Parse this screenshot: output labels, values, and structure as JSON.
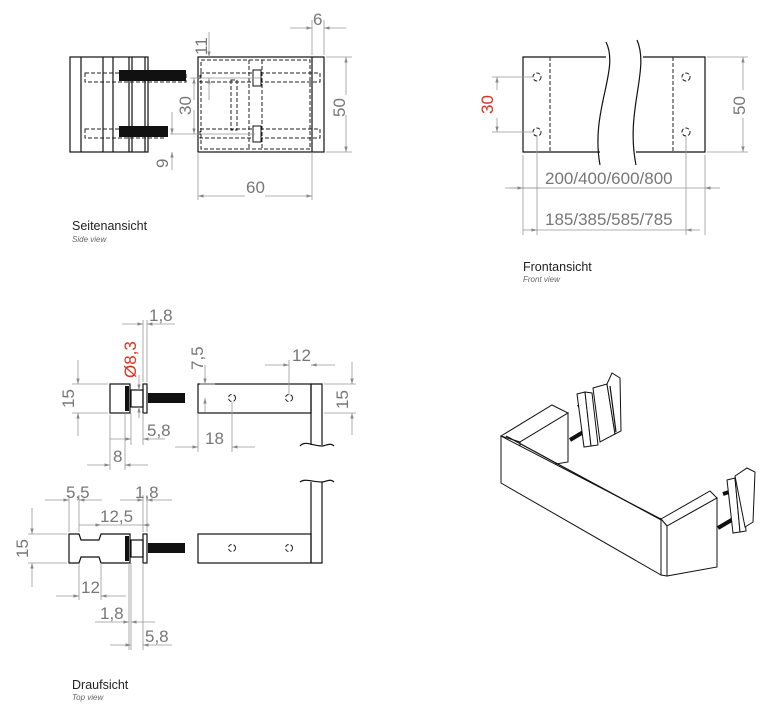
{
  "side_view": {
    "title": "Seitenansicht",
    "subtitle": "Side view",
    "dims": {
      "d6": "6",
      "d11": "11",
      "d30": "30",
      "d9": "9",
      "d50": "50",
      "d60": "60"
    }
  },
  "front_view": {
    "title": "Frontansicht",
    "subtitle": "Front view",
    "dims": {
      "d30": "30",
      "d50": "50",
      "lengths": "200/400/600/800",
      "hole_spacing": "185/385/585/785"
    }
  },
  "top_view": {
    "title": "Draufsicht",
    "subtitle": "Top view",
    "upper_dims": {
      "d1_8": "1,8",
      "dia": "Ø8,3",
      "d7_5": "7,5",
      "d12": "12",
      "d15_left": "15",
      "d15_right": "15",
      "d5_8": "5,8",
      "d18": "18",
      "d8": "8"
    },
    "lower_dims": {
      "d5_5": "5,5",
      "d1_8_top": "1,8",
      "d12_5": "12,5",
      "d15": "15",
      "d12": "12",
      "d1_8_bottom": "1,8",
      "d5_8": "5,8"
    }
  },
  "colors": {
    "highlight": "#e0301e",
    "dimension": "#777777",
    "line": "#111111"
  }
}
